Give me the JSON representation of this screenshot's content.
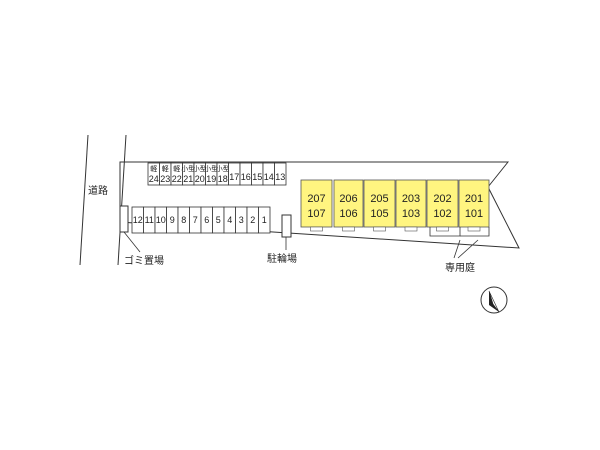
{
  "labels": {
    "road": "道路",
    "garbage": "ゴミ置場",
    "bicycle": "駐輪場",
    "garden": "専用庭"
  },
  "parking_top": [
    {
      "top": "軽",
      "num": "24"
    },
    {
      "top": "軽",
      "num": "23"
    },
    {
      "top": "軽",
      "num": "22"
    },
    {
      "top": "小型",
      "num": "21"
    },
    {
      "top": "小型",
      "num": "20"
    },
    {
      "top": "小型",
      "num": "19"
    },
    {
      "top": "小型",
      "num": "18"
    },
    {
      "top": "",
      "num": "17"
    },
    {
      "top": "",
      "num": "16"
    },
    {
      "top": "",
      "num": "15"
    },
    {
      "top": "",
      "num": "14"
    },
    {
      "top": "",
      "num": "13"
    }
  ],
  "parking_bottom": [
    "12",
    "11",
    "10",
    "9",
    "8",
    "7",
    "6",
    "5",
    "4",
    "3",
    "2",
    "1"
  ],
  "units": [
    {
      "upper": "207",
      "lower": "107"
    },
    {
      "upper": "206",
      "lower": "106"
    },
    {
      "upper": "205",
      "lower": "105"
    },
    {
      "upper": "203",
      "lower": "103"
    },
    {
      "upper": "202",
      "lower": "102"
    },
    {
      "upper": "201",
      "lower": "101"
    }
  ],
  "colors": {
    "building_fill": "#fff580",
    "building_stroke": "#555555",
    "line": "#333333"
  },
  "icons": {
    "north_arrow": "north-arrow-icon"
  }
}
